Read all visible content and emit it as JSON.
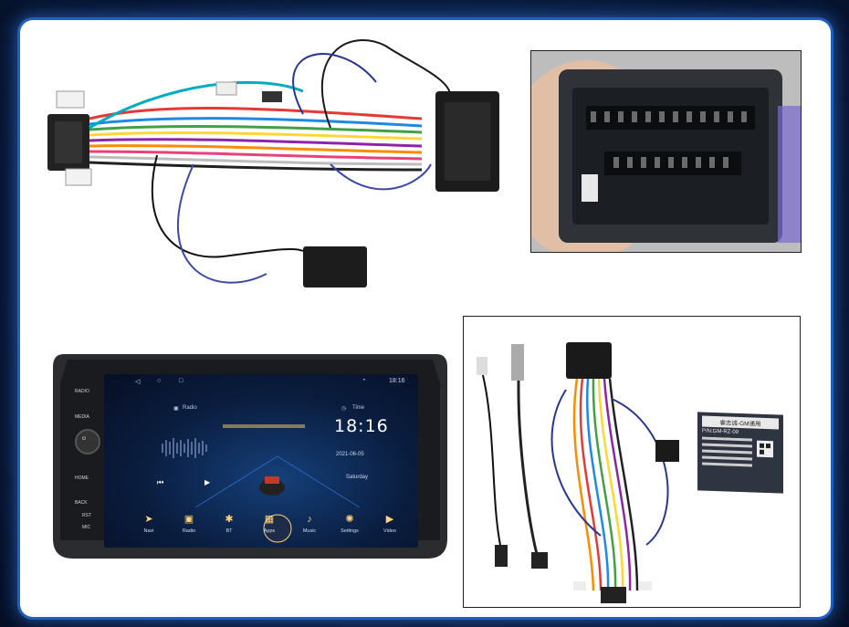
{
  "radio": {
    "status_time": "18:16",
    "widgets": {
      "radio_label": "Radio",
      "time_label": "Time"
    },
    "clock": "18:16",
    "date": "2021-06-05",
    "day": "Saturday",
    "side_buttons": {
      "radio": "RADIO",
      "media": "MEDIA",
      "home": "HOME",
      "back": "BACK",
      "rst": "RST",
      "mic": "MIC"
    },
    "dock": [
      {
        "label": "Navi",
        "icon": "navigation-icon"
      },
      {
        "label": "Radio",
        "icon": "radio-icon"
      },
      {
        "label": "BT",
        "icon": "bluetooth-icon"
      },
      {
        "label": "Apps",
        "icon": "apps-icon"
      },
      {
        "label": "Music",
        "icon": "music-icon"
      },
      {
        "label": "Settings",
        "icon": "settings-icon"
      },
      {
        "label": "Video",
        "icon": "video-icon"
      }
    ]
  },
  "canbus_box": {
    "header": "睿志诚-GM通用",
    "part_number": "P/N:GM-RZ-09"
  },
  "colors": {
    "background": "#081a3a",
    "frame_glow": "#1f5fbf",
    "accent": "#ffd27a"
  }
}
